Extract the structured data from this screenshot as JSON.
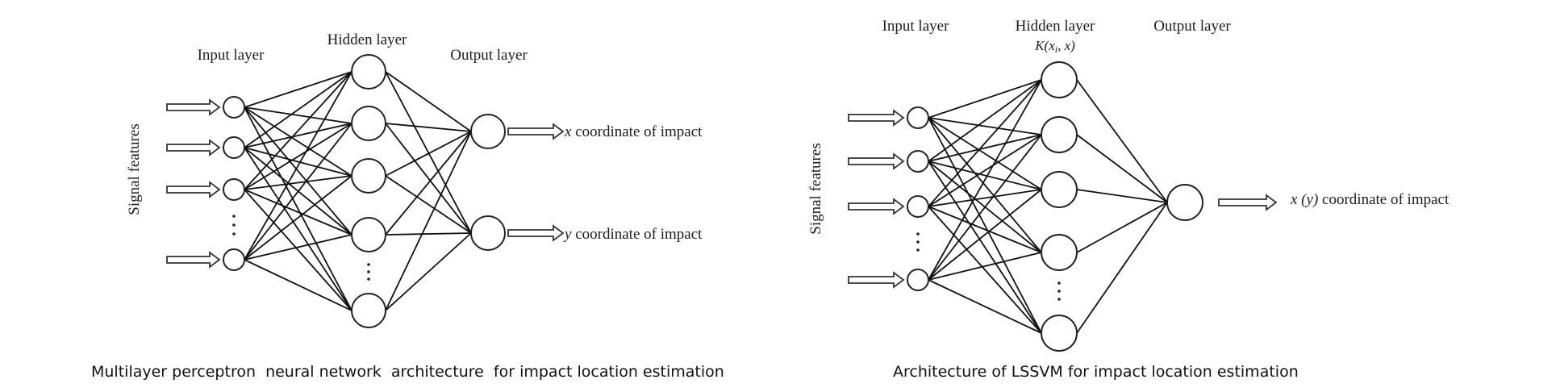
{
  "diagrams": [
    {
      "id": "mlp",
      "caption": "Multilayer perceptron  neural network  architecture  for impact location estimation",
      "side_label": "Signal features",
      "layer_labels": {
        "input": "Input layer",
        "hidden": "Hidden layer",
        "hidden_sub": "",
        "output": "Output layer"
      },
      "layers": {
        "input_nodes": 4,
        "input_ellipsis_after": 3,
        "hidden_nodes": 5,
        "hidden_ellipsis_after": 4,
        "output_nodes": 2
      },
      "outputs": [
        {
          "var": "x",
          "text": " coordinate of impact"
        },
        {
          "var": "y",
          "text": " coordinate of impact"
        }
      ]
    },
    {
      "id": "lssvm",
      "caption": "Architecture of LSSVM for impact location estimation",
      "side_label": "Signal features",
      "layer_labels": {
        "input": "Input layer",
        "hidden": "Hidden layer",
        "hidden_sub": "K(xi, x)",
        "output": "Output layer"
      },
      "layers": {
        "input_nodes": 4,
        "input_ellipsis_after": 3,
        "hidden_nodes": 5,
        "hidden_ellipsis_after": 4,
        "output_nodes": 1
      },
      "outputs": [
        {
          "var": "x (y)",
          "text": " coordinate of impact"
        }
      ]
    }
  ]
}
